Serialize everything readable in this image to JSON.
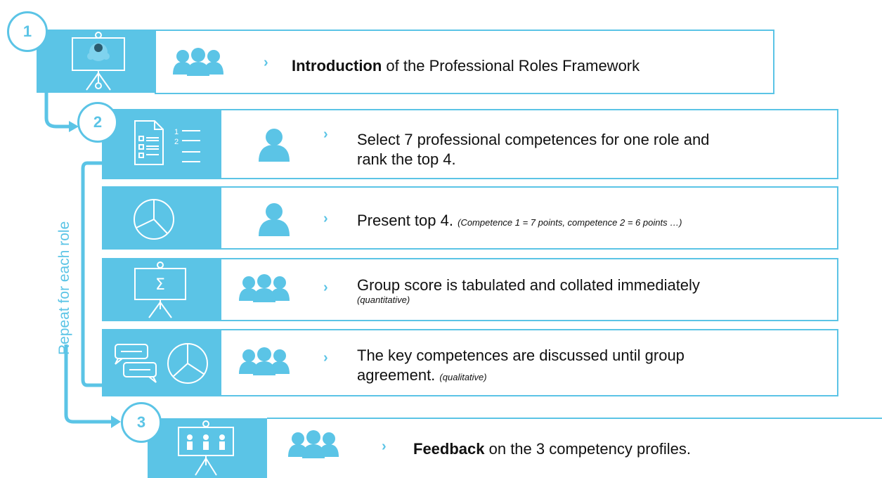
{
  "steps": {
    "s1": {
      "number": "1",
      "bold": "Introduction",
      "rest": " of the Professional Roles Framework"
    },
    "s2": {
      "number": "2",
      "line1": "Select 7 professional competences for one role and",
      "line2": "rank the top 4."
    },
    "s2b": {
      "text": "Present top 4.",
      "note": "(Competence 1 = 7 points, competence 2 = 6 points …)"
    },
    "s2c": {
      "line1": "Group score is tabulated and collated immediately",
      "note": "(quantitative)"
    },
    "s2d": {
      "line1": "The key competences are discussed until group",
      "line2": "agreement.",
      "note": "(qualitative)"
    },
    "s3": {
      "number": "3",
      "bold": "Feedback",
      "rest": " on the 3 competency profiles."
    }
  },
  "loop_label": "Repeat for each role",
  "chevron": "›",
  "icons": [
    "presenter-board-icon",
    "group-icon",
    "checklist-icon",
    "numbered-list-icon",
    "person-icon",
    "pie-chart-icon",
    "sigma-board-icon",
    "chat-bubbles-icon",
    "three-people-board-icon"
  ],
  "colors": {
    "accent": "#5bc4e6",
    "icon_fill": "#5bc4e6"
  }
}
